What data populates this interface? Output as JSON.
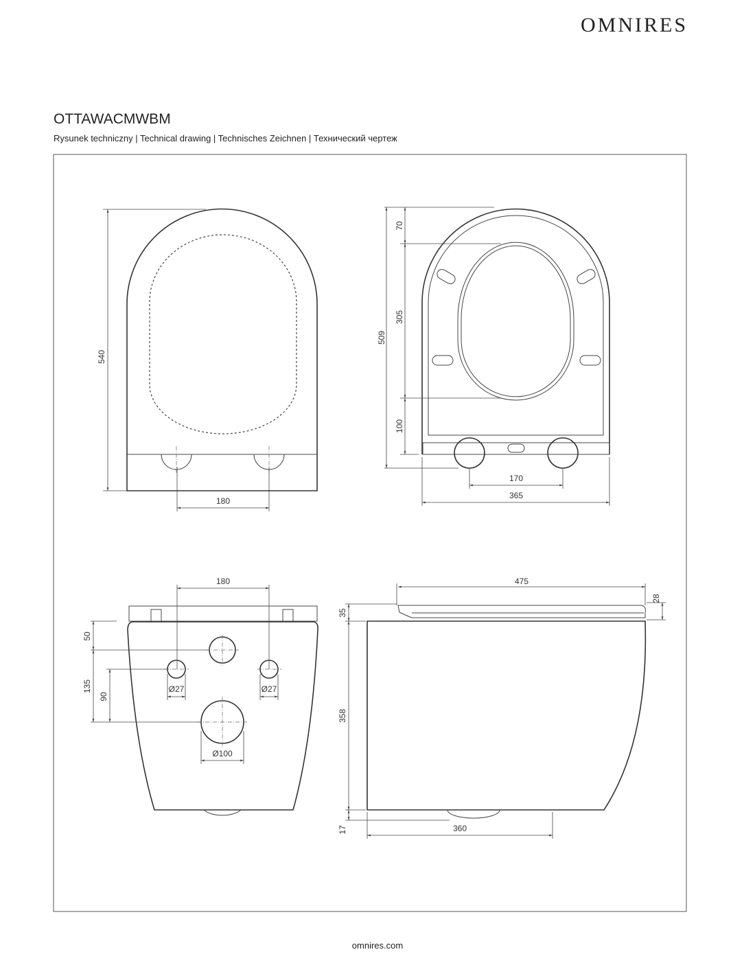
{
  "brand": {
    "logo": "OMNIRES"
  },
  "header": {
    "title": "OTTAWACMWBM",
    "subtitle": "Rysunek techniczny | Technical drawing | Technisches Zeichnen | Технический чертеж"
  },
  "views": {
    "seat_top": {
      "height": "540",
      "hinge_spacing": "180"
    },
    "seat_bottom": {
      "total_length": "509",
      "front_gap": "70",
      "opening_length": "305",
      "rear_gap": "100",
      "hinge_spacing": "170",
      "width": "365"
    },
    "rear_view": {
      "hole_spacing": "180",
      "dim_top": "50",
      "dim_mid": "135",
      "dim_small": "90",
      "small_hole_left": "Ø27",
      "small_hole_right": "Ø27",
      "drain_hole": "Ø100"
    },
    "side_view": {
      "length": "475",
      "seat_height": "28",
      "seat_offset": "35",
      "body_height": "358",
      "bottom_offset": "17",
      "base_length": "360"
    }
  },
  "footer": {
    "website": "omnires.com"
  }
}
